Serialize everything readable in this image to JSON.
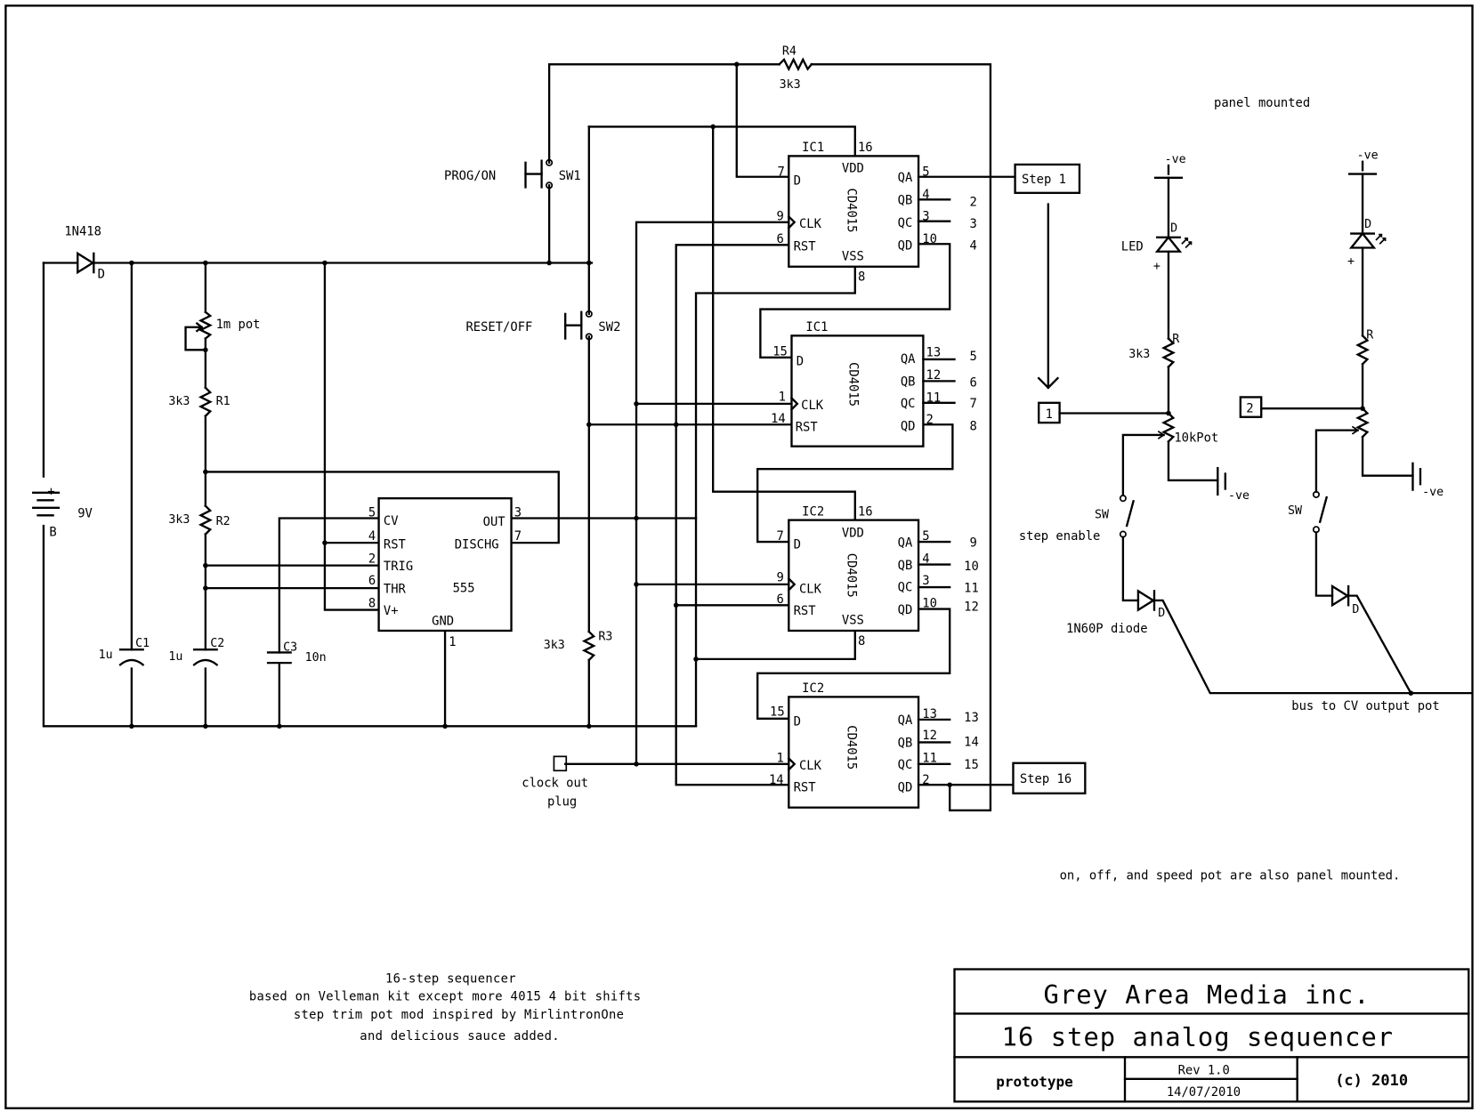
{
  "title_block": {
    "company": "Grey Area Media inc.",
    "project": "16 step analog sequencer",
    "status": "prototype",
    "revision": "Rev 1.0",
    "date": "14/07/2010",
    "copyright": "(c) 2010"
  },
  "notes": {
    "description": [
      "16-step sequencer",
      "based on Velleman kit except more 4015 4 bit shifts",
      "step trim pot mod inspired by MirlintronOne",
      "and delicious sauce added."
    ],
    "panel_mounted": "panel mounted",
    "also_panel": "on, off, and speed pot are also panel mounted.",
    "bus": "bus to CV output pot",
    "step_enable": "step enable",
    "diode_type": "1N60P diode",
    "clock_out": [
      "clock out",
      "plug"
    ]
  },
  "power": {
    "diode_name": "1N418",
    "diode_ref": "D",
    "battery_value": "9V",
    "battery_ref": "B",
    "battery_plus": "+"
  },
  "components": {
    "pot": "1m pot",
    "r1": {
      "ref": "R1",
      "value": "3k3"
    },
    "r2": {
      "ref": "R2",
      "value": "3k3"
    },
    "r3": {
      "ref": "R3",
      "value": "3k3"
    },
    "r4": {
      "ref": "R4",
      "value": "3k3"
    },
    "c1": {
      "ref": "C1",
      "value": "1u"
    },
    "c2": {
      "ref": "C2",
      "value": "1u"
    },
    "c3": {
      "ref": "C3",
      "value": "10n"
    },
    "sw1": {
      "ref": "SW1",
      "label": "PROG/ON"
    },
    "sw2": {
      "ref": "SW2",
      "label": "RESET/OFF"
    }
  },
  "timer": {
    "name": "555",
    "pins_left": [
      {
        "num": "5",
        "name": "CV"
      },
      {
        "num": "4",
        "name": "RST"
      },
      {
        "num": "2",
        "name": "TRIG"
      },
      {
        "num": "6",
        "name": "THR"
      },
      {
        "num": "8",
        "name": "V+"
      }
    ],
    "out": {
      "num": "3",
      "name": "OUT"
    },
    "disch": {
      "num": "7",
      "name": "DISCHG"
    },
    "gnd": {
      "num": "1",
      "name": "GND"
    }
  },
  "shift_registers": [
    {
      "ref": "IC1",
      "part": "CD4015",
      "vdd": "VDD",
      "vss": "VSS",
      "vdd_pin": "16",
      "vss_pin": "8",
      "d_pin": "7",
      "clk_pin": "9",
      "rst_pin": "6",
      "outputs": [
        {
          "name": "QA",
          "pin": "5",
          "step": ""
        },
        {
          "name": "QB",
          "pin": "4",
          "step": "2"
        },
        {
          "name": "QC",
          "pin": "3",
          "step": "3"
        },
        {
          "name": "QD",
          "pin": "10",
          "step": "4"
        }
      ]
    },
    {
      "ref": "IC1",
      "part": "CD4015",
      "d_pin": "15",
      "clk_pin": "1",
      "rst_pin": "14",
      "outputs": [
        {
          "name": "QA",
          "pin": "13",
          "step": "5"
        },
        {
          "name": "QB",
          "pin": "12",
          "step": "6"
        },
        {
          "name": "QC",
          "pin": "11",
          "step": "7"
        },
        {
          "name": "QD",
          "pin": "2",
          "step": "8"
        }
      ]
    },
    {
      "ref": "IC2",
      "part": "CD4015",
      "vdd": "VDD",
      "vss": "VSS",
      "vdd_pin": "16",
      "vss_pin": "8",
      "d_pin": "7",
      "clk_pin": "9",
      "rst_pin": "6",
      "outputs": [
        {
          "name": "QA",
          "pin": "5",
          "step": "9"
        },
        {
          "name": "QB",
          "pin": "4",
          "step": "10"
        },
        {
          "name": "QC",
          "pin": "3",
          "step": "11"
        },
        {
          "name": "QD",
          "pin": "10",
          "step": "12"
        }
      ]
    },
    {
      "ref": "IC2",
      "part": "CD4015",
      "d_pin": "15",
      "clk_pin": "1",
      "rst_pin": "14",
      "outputs": [
        {
          "name": "QA",
          "pin": "13",
          "step": "13"
        },
        {
          "name": "QB",
          "pin": "12",
          "step": "14"
        },
        {
          "name": "QC",
          "pin": "11",
          "step": "15"
        },
        {
          "name": "QD",
          "pin": "2",
          "step": ""
        }
      ]
    }
  ],
  "pin_names": {
    "d": "D",
    "clk": "CLK",
    "rst": "RST"
  },
  "steps": {
    "first": "Step 1",
    "last": "Step 16"
  },
  "step_circuits": [
    {
      "index": "1",
      "neg": "-ve",
      "led_ref": "D",
      "led_label": "LED",
      "plus": "+",
      "r_ref": "R",
      "r_value": "3k3",
      "pot": "10kPot",
      "gnd": "-ve",
      "sw": "SW",
      "diode_ref": "D"
    },
    {
      "index": "2",
      "neg": "-ve",
      "led_ref": "D",
      "led_label": "",
      "plus": "+",
      "r_ref": "R",
      "r_value": "",
      "pot": "",
      "gnd": "-ve",
      "sw": "SW",
      "diode_ref": "D"
    }
  ]
}
